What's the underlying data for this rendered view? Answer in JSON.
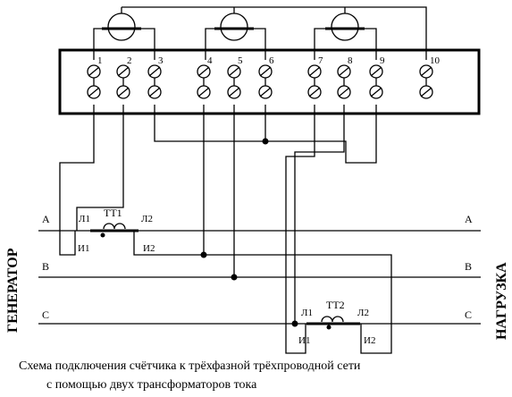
{
  "side_labels": {
    "left": "ГЕНЕРАТОР",
    "right": "НАГРУЗКА"
  },
  "phases": [
    "A",
    "B",
    "C"
  ],
  "terminals": [
    "1",
    "2",
    "3",
    "4",
    "5",
    "6",
    "7",
    "8",
    "9",
    "10"
  ],
  "transformers": [
    {
      "name": "ТТ1",
      "primary_in": "Л1",
      "primary_out": "Л2",
      "secondary_in": "И1",
      "secondary_out": "И2"
    },
    {
      "name": "ТТ2",
      "primary_in": "Л1",
      "primary_out": "Л2",
      "secondary_in": "И1",
      "secondary_out": "И2"
    }
  ],
  "caption": {
    "line1": "Схема подключения счётчика к трёхфазной трёхпроводной  сети",
    "line2": "с помощью двух трансформаторов тока"
  }
}
